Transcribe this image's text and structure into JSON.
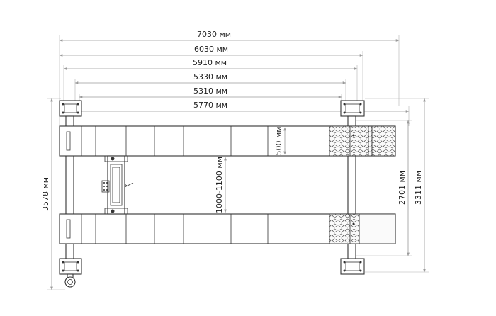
{
  "dimensions": {
    "overall_length": "7030 мм",
    "length_2": "6030 мм",
    "length_3": "5910 мм",
    "length_4": "5330 мм",
    "length_5": "5310 мм",
    "runway_length": "5770 мм",
    "runway_width": "500 мм",
    "inner_span": "1000-1100 мм",
    "width_inner": "2701 мм",
    "width_outer": "3311 мм",
    "overall_width": "3578 мм"
  },
  "colors": {
    "outline": "#333333",
    "dimension_line": "#9a9a9a",
    "background": "#ffffff"
  }
}
